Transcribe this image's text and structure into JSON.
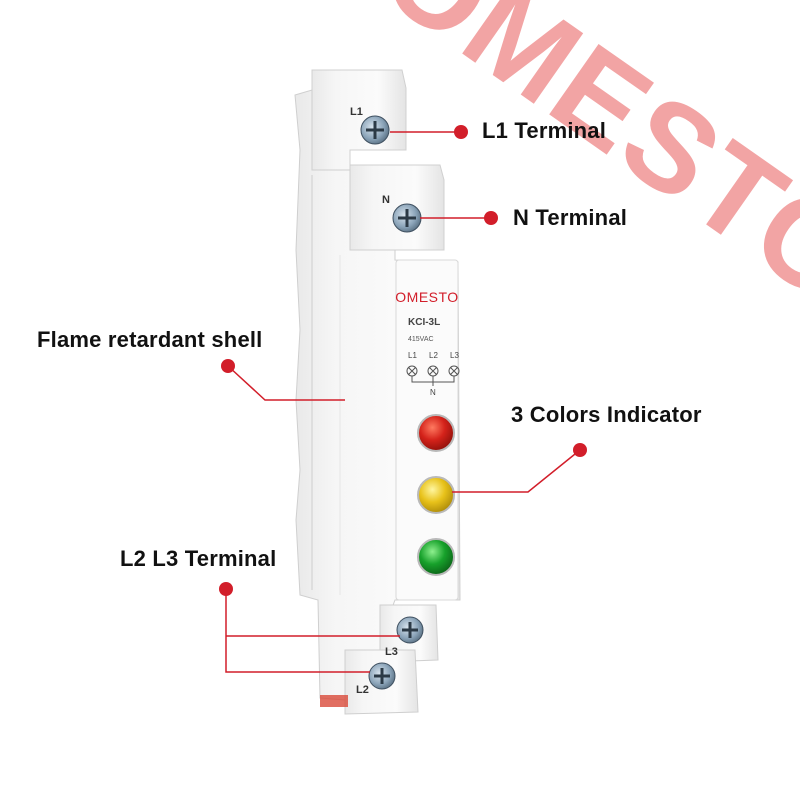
{
  "watermark": {
    "text": "OMESTO",
    "color": "#f2a4a4"
  },
  "device": {
    "brand": "OMESTO",
    "model": "KCI-3L",
    "voltage": "415VAC",
    "diagram_labels": [
      "L1",
      "L2",
      "L3"
    ],
    "diagram_neutral": "N",
    "terminal_labels": {
      "top": "L1",
      "middle": "N",
      "bottom_upper": "L3",
      "bottom_lower": "L2"
    },
    "indicator_colors": [
      "#d4221a",
      "#e8c21a",
      "#17a12b"
    ]
  },
  "callouts": {
    "l1_terminal": "L1 Terminal",
    "n_terminal": "N Terminal",
    "flame_shell": "Flame retardant shell",
    "colors_indicator": "3 Colors Indicator",
    "l2_l3_terminal": "L2 L3 Terminal"
  },
  "accent_color": "#d21e2a"
}
